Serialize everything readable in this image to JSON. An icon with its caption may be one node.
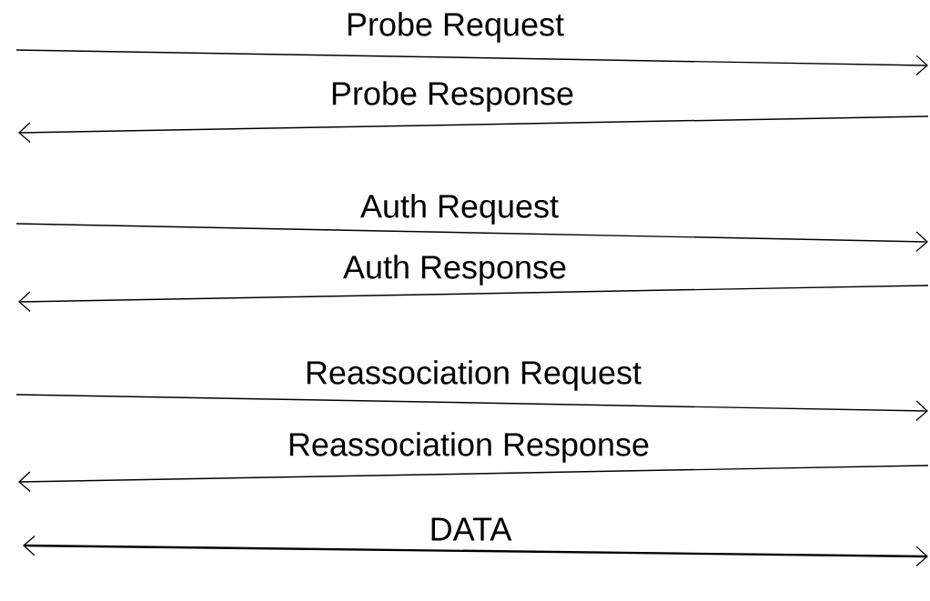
{
  "diagram": {
    "labels": [
      "Probe Request",
      "Probe Response",
      "Auth Request",
      "Auth Response",
      "Reassociation Request",
      "Reassociation Response",
      "DATA"
    ]
  }
}
